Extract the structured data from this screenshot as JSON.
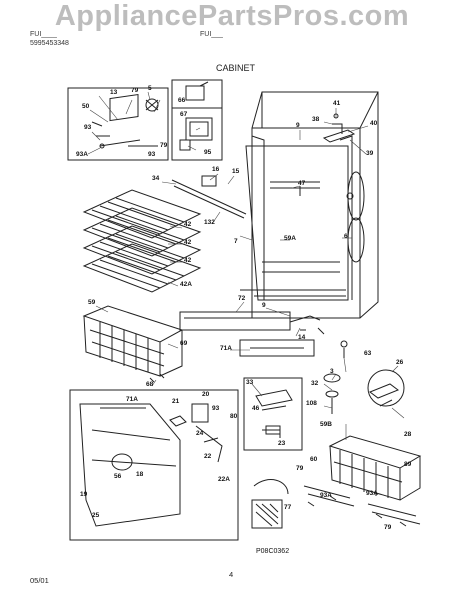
{
  "watermark": "AppliancePartsPros.com",
  "header": {
    "left_line1": "FUI____",
    "left_line2": "5995453348",
    "model": "FUI___",
    "section_title": "CABINET"
  },
  "diagram_code": "P08C0362",
  "footer": {
    "date": "05/01",
    "page": "4"
  },
  "part_callouts": [
    "13",
    "79",
    "5",
    "50",
    "93",
    "93A",
    "93",
    "79",
    "66",
    "67",
    "95",
    "41",
    "38",
    "40",
    "9",
    "39",
    "16",
    "15",
    "34",
    "47",
    "42",
    "132",
    "42",
    "42",
    "42A",
    "7",
    "59A",
    "6",
    "59",
    "72",
    "9",
    "69",
    "71A",
    "14",
    "3",
    "63",
    "68",
    "32",
    "26",
    "33",
    "108",
    "59B",
    "20",
    "21",
    "93",
    "80",
    "46",
    "24",
    "71A",
    "22",
    "23",
    "18",
    "56",
    "22A",
    "19",
    "25",
    "60",
    "79",
    "93A",
    "93A",
    "77",
    "79",
    "89",
    "28"
  ]
}
